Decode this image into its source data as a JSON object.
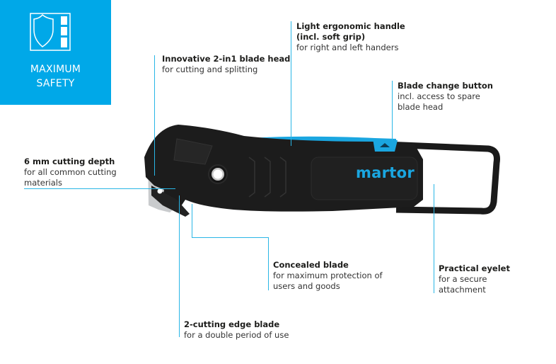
{
  "badge": {
    "icon": "shield-icon",
    "line1": "MAXIMUM",
    "line2": "SAFETY",
    "background": "#00a8e8"
  },
  "product": {
    "brand": "martor",
    "brand_color": "#1aa6e0",
    "body_color": "#1a1a1a",
    "accent_color": "#1aa6e0"
  },
  "callouts": {
    "blade_head": {
      "title": "Innovative 2-in1 blade head",
      "desc": [
        "for cutting and splitting"
      ]
    },
    "handle": {
      "title": [
        "Light ergonomic handle",
        "(incl. soft grip)"
      ],
      "desc": [
        "for right and left handers"
      ]
    },
    "blade_change": {
      "title": "Blade change button",
      "desc": [
        "incl. access to spare",
        "blade head"
      ]
    },
    "cutting_depth": {
      "title": "6 mm cutting depth",
      "desc": [
        "for all common cutting",
        "materials"
      ]
    },
    "concealed": {
      "title": "Concealed blade",
      "desc": [
        "for maximum protection of",
        "users and goods"
      ]
    },
    "eyelet": {
      "title": "Practical eyelet",
      "desc": [
        "for a secure",
        "attachment"
      ]
    },
    "two_edge": {
      "title": "2-cutting edge blade",
      "desc": [
        "for a double period of use"
      ]
    }
  },
  "line_color": "#29b6e6"
}
